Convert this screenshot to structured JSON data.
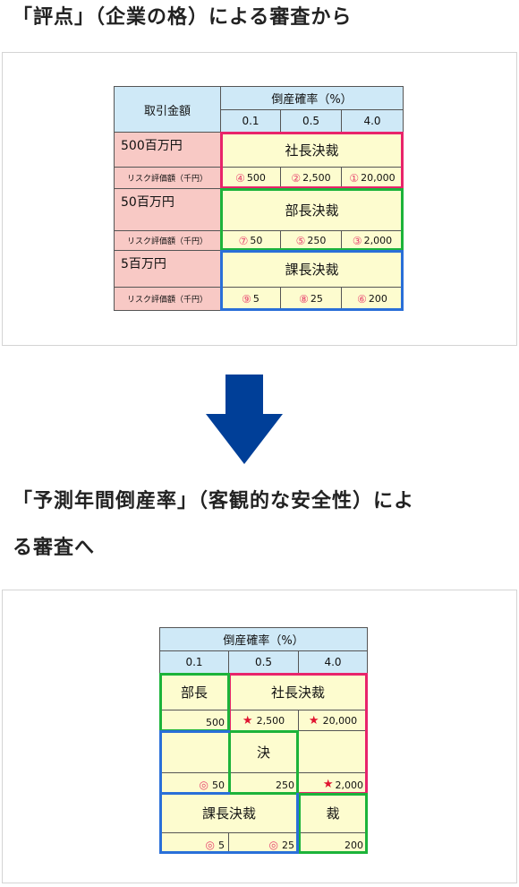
{
  "section1": {
    "heading": "「評点」（企業の格）による審査から",
    "table": {
      "corner": "取引金額",
      "rate_header": "倒産確率（%）",
      "rates": [
        "0.1",
        "0.5",
        "4.0"
      ],
      "rows": [
        {
          "amount": "500百万円",
          "decision": "社長決裁",
          "risk_label": "リスク評価額（千円）",
          "values": [
            {
              "mark": "④",
              "value": "500"
            },
            {
              "mark": "②",
              "value": "2,500"
            },
            {
              "mark": "①",
              "value": "20,000"
            }
          ]
        },
        {
          "amount": "50百万円",
          "decision": "部長決裁",
          "risk_label": "リスク評価額（千円）",
          "values": [
            {
              "mark": "⑦",
              "value": "50"
            },
            {
              "mark": "⑤",
              "value": "250"
            },
            {
              "mark": "③",
              "value": "2,000"
            }
          ]
        },
        {
          "amount": "5百万円",
          "decision": "課長決裁",
          "risk_label": "リスク評価額（千円）",
          "values": [
            {
              "mark": "⑨",
              "value": "5"
            },
            {
              "mark": "⑧",
              "value": "25"
            },
            {
              "mark": "⑥",
              "value": "200"
            }
          ]
        }
      ]
    }
  },
  "section2": {
    "heading_line1": "「予測年間倒産率」（客観的な安全性）によ",
    "heading_line2": "る審査へ",
    "table": {
      "rate_header": "倒産確率（%）",
      "rates": [
        "0.1",
        "0.5",
        "4.0"
      ],
      "buchou": "部長",
      "shachou": "社長決裁",
      "ketsu": "決",
      "sai": "裁",
      "kachou": "課長決裁",
      "v500": "500",
      "v2500": "2,500",
      "v20000": "20,000",
      "v50": "50",
      "v250": "250",
      "v2000": "2,000",
      "v5": "5",
      "v25": "25",
      "v200": "200",
      "star": "★",
      "circle": "◎"
    }
  },
  "colors": {
    "pink_border": "#e8246b",
    "green_border": "#1cb33a",
    "blue_border": "#2a6fd8",
    "arrow": "#003f98",
    "header_bg": "#cfe9f7",
    "amount_bg": "#f8c9c5",
    "decision_bg": "#fdfccf"
  }
}
